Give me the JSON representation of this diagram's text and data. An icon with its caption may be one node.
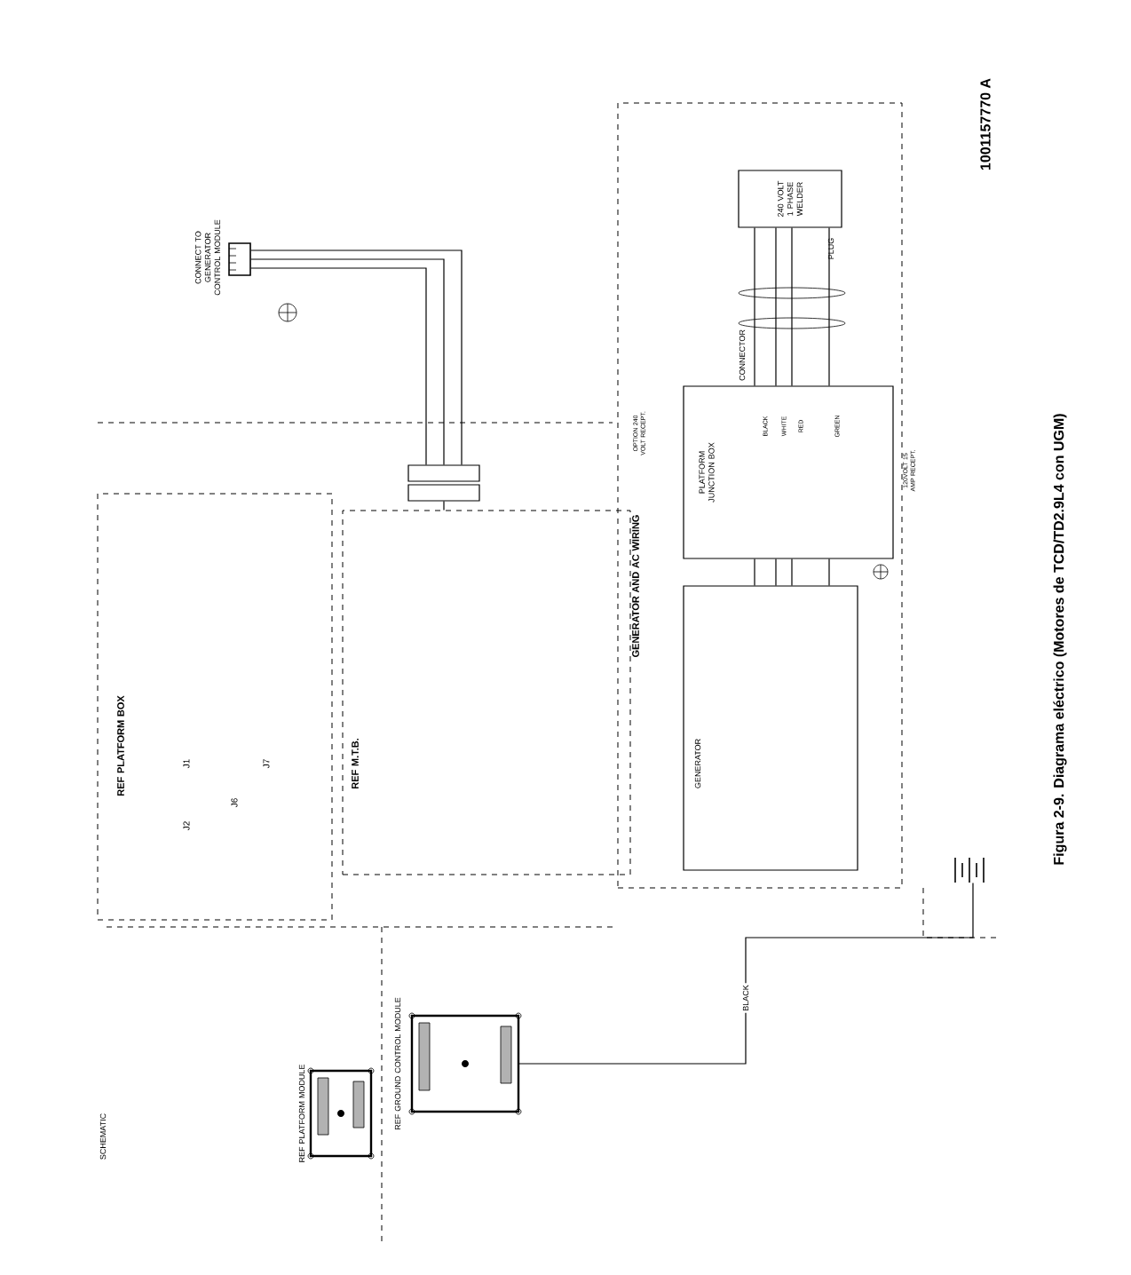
{
  "diagram": {
    "title": "Figura 2-9.  Diagrama eléctrico (Motores de TCD/TD2.9L4 con UGM)",
    "nodes": [
      {
        "text": [
          "REF PLATFORM BOX"
        ]
      },
      {
        "text": [
          "REF M.T.B."
        ]
      },
      {
        "text": [
          "GENERATOR AND AC WIRING"
        ]
      },
      {
        "text": [
          "PLATFORM JUNCTION BOX"
        ],
        "in": 2
      },
      {
        "text": [
          "240 VOLT 1 PHASE WELDER"
        ],
        "in": 2
      },
      {
        "text": [
          "GENERATOR"
        ],
        "in": 2
      },
      {
        "text": [
          "REF GROUND CONTROL MODULE"
        ]
      },
      {
        "text": [
          "CONNECT TO GENERATOR CONTROL MODULE"
        ]
      },
      {
        "text": [],
        "shape": "box"
      },
      {
        "text": [],
        "shape": "battery"
      },
      {
        "text": [
          "REF PLATFORM MODULE"
        ]
      }
    ],
    "edges": [
      {
        "from": 7,
        "to": 8,
        "arrow": "none"
      },
      {
        "from": 7,
        "to": 8,
        "arrow": "none"
      },
      {
        "from": 7,
        "to": 8,
        "arrow": "none"
      },
      {
        "from": 8,
        "to": 1,
        "arrow": "none"
      },
      {
        "from": 4,
        "to": 3,
        "arrow": "none"
      },
      {
        "from": 4,
        "to": 3,
        "arrow": "none"
      },
      {
        "from": 4,
        "to": 3,
        "arrow": "none"
      },
      {
        "from": 4,
        "to": 3,
        "arrow": "none"
      },
      {
        "from": 3,
        "to": 5,
        "arrow": "none"
      },
      {
        "from": 3,
        "to": 5,
        "arrow": "none"
      },
      {
        "from": 3,
        "to": 5,
        "arrow": "none"
      },
      {
        "from": 3,
        "to": 5,
        "arrow": "none"
      },
      {
        "from": 9,
        "to": 6,
        "arrow": "none",
        "label": "BLACK"
      }
    ],
    "labels": [
      "1001157770 A",
      "PLUG",
      "CONNECTOR",
      "BLACK",
      "WHITE",
      "RED",
      "GREEN",
      "OPTION 240 VOLT RECEPT.",
      "120VOLT 15 AMP RECEPT.",
      "J1",
      "J2",
      "J6",
      "J7",
      "SCHEMATIC"
    ]
  }
}
